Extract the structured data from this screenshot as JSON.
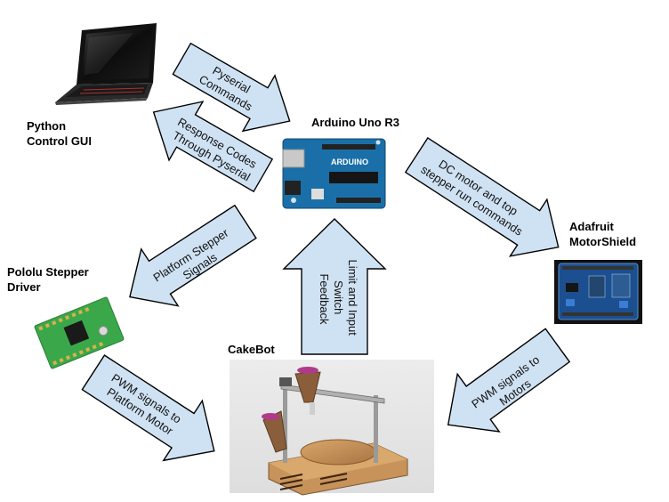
{
  "nodes": {
    "python_gui": {
      "line1": "Python",
      "line2": "Control GUI"
    },
    "arduino": {
      "label": "Arduino Uno R3",
      "board_text": "ARDUINO"
    },
    "adafruit": {
      "line1": "Adafruit",
      "line2": "MotorShield"
    },
    "pololu": {
      "line1": "Pololu Stepper",
      "line2": "Driver"
    },
    "cakebot": {
      "label": "CakeBot"
    }
  },
  "arrows": {
    "pyserial_commands": {
      "line1": "Pyserial",
      "line2": "Commands"
    },
    "response_codes": {
      "line1": "Response Codes",
      "line2": "Through Pyserial"
    },
    "dc_motor": {
      "line1": "DC motor and top",
      "line2": "stepper run commands"
    },
    "platform_stepper": {
      "line1": "Platform Stepper",
      "line2": "Signals"
    },
    "limit_switch": {
      "line1": "Limit and Input",
      "line2": "Switch",
      "line3": "Feedback"
    },
    "pwm_platform": {
      "line1": "PWM signals to",
      "line2": "Platform Motor"
    },
    "pwm_motors": {
      "line1": "PWM signals to",
      "line2": "Motors"
    }
  },
  "colors": {
    "arrow_fill": "#cfe2f3",
    "arduino_board": "#1b6fa8",
    "adafruit_board": "#1c4f8f",
    "pololu_board": "#3aa84a",
    "cake_board": "#c8935a"
  }
}
